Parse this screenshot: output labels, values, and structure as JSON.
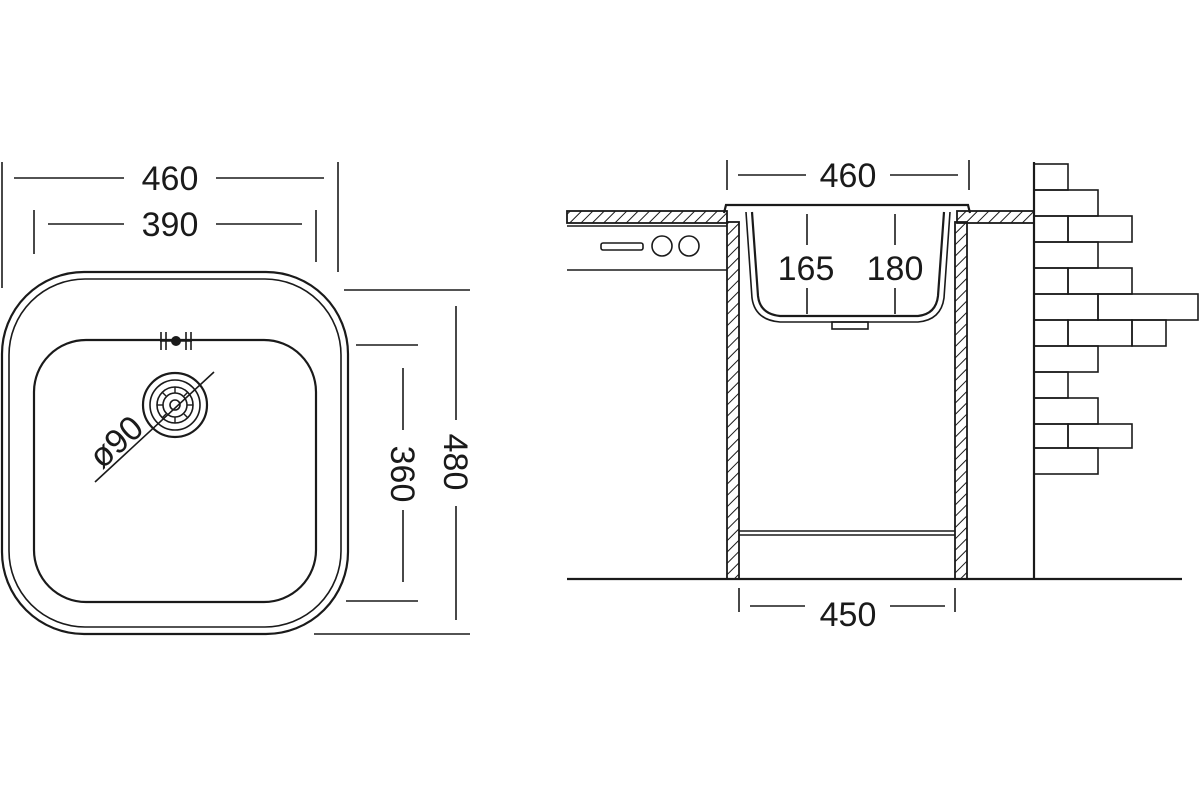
{
  "top_view": {
    "outer_width": "460",
    "inner_width": "390",
    "outer_depth": "480",
    "inner_depth": "360",
    "drain_diameter": "ø90"
  },
  "side_view": {
    "top_width": "460",
    "bowl_depth_front": "165",
    "bowl_depth_back": "180",
    "cabinet_width": "450"
  },
  "colors": {
    "line": "#1a1a1a",
    "hatch": "#1a1a1a",
    "background": "#ffffff"
  }
}
